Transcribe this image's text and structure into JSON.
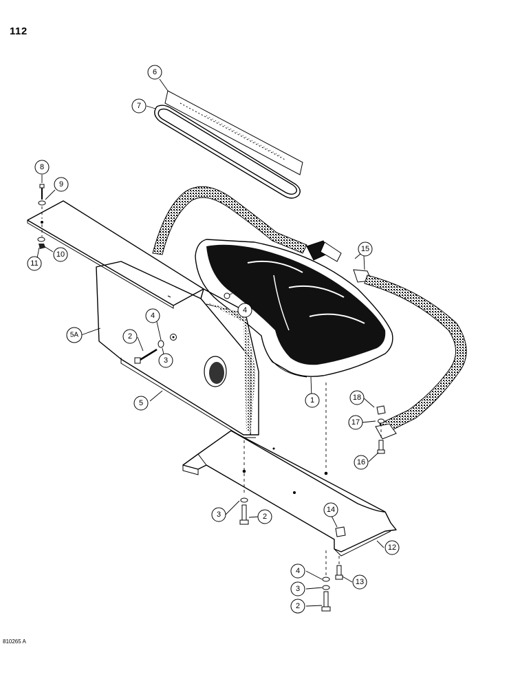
{
  "page": {
    "number": "112",
    "drawing_id": "810265 A"
  },
  "callouts": [
    "1",
    "2",
    "2",
    "2",
    "3",
    "3",
    "3",
    "4",
    "4",
    "4",
    "5",
    "5A",
    "6",
    "7",
    "8",
    "9",
    "10",
    "11",
    "12",
    "13",
    "14",
    "15",
    "16",
    "17",
    "18"
  ]
}
